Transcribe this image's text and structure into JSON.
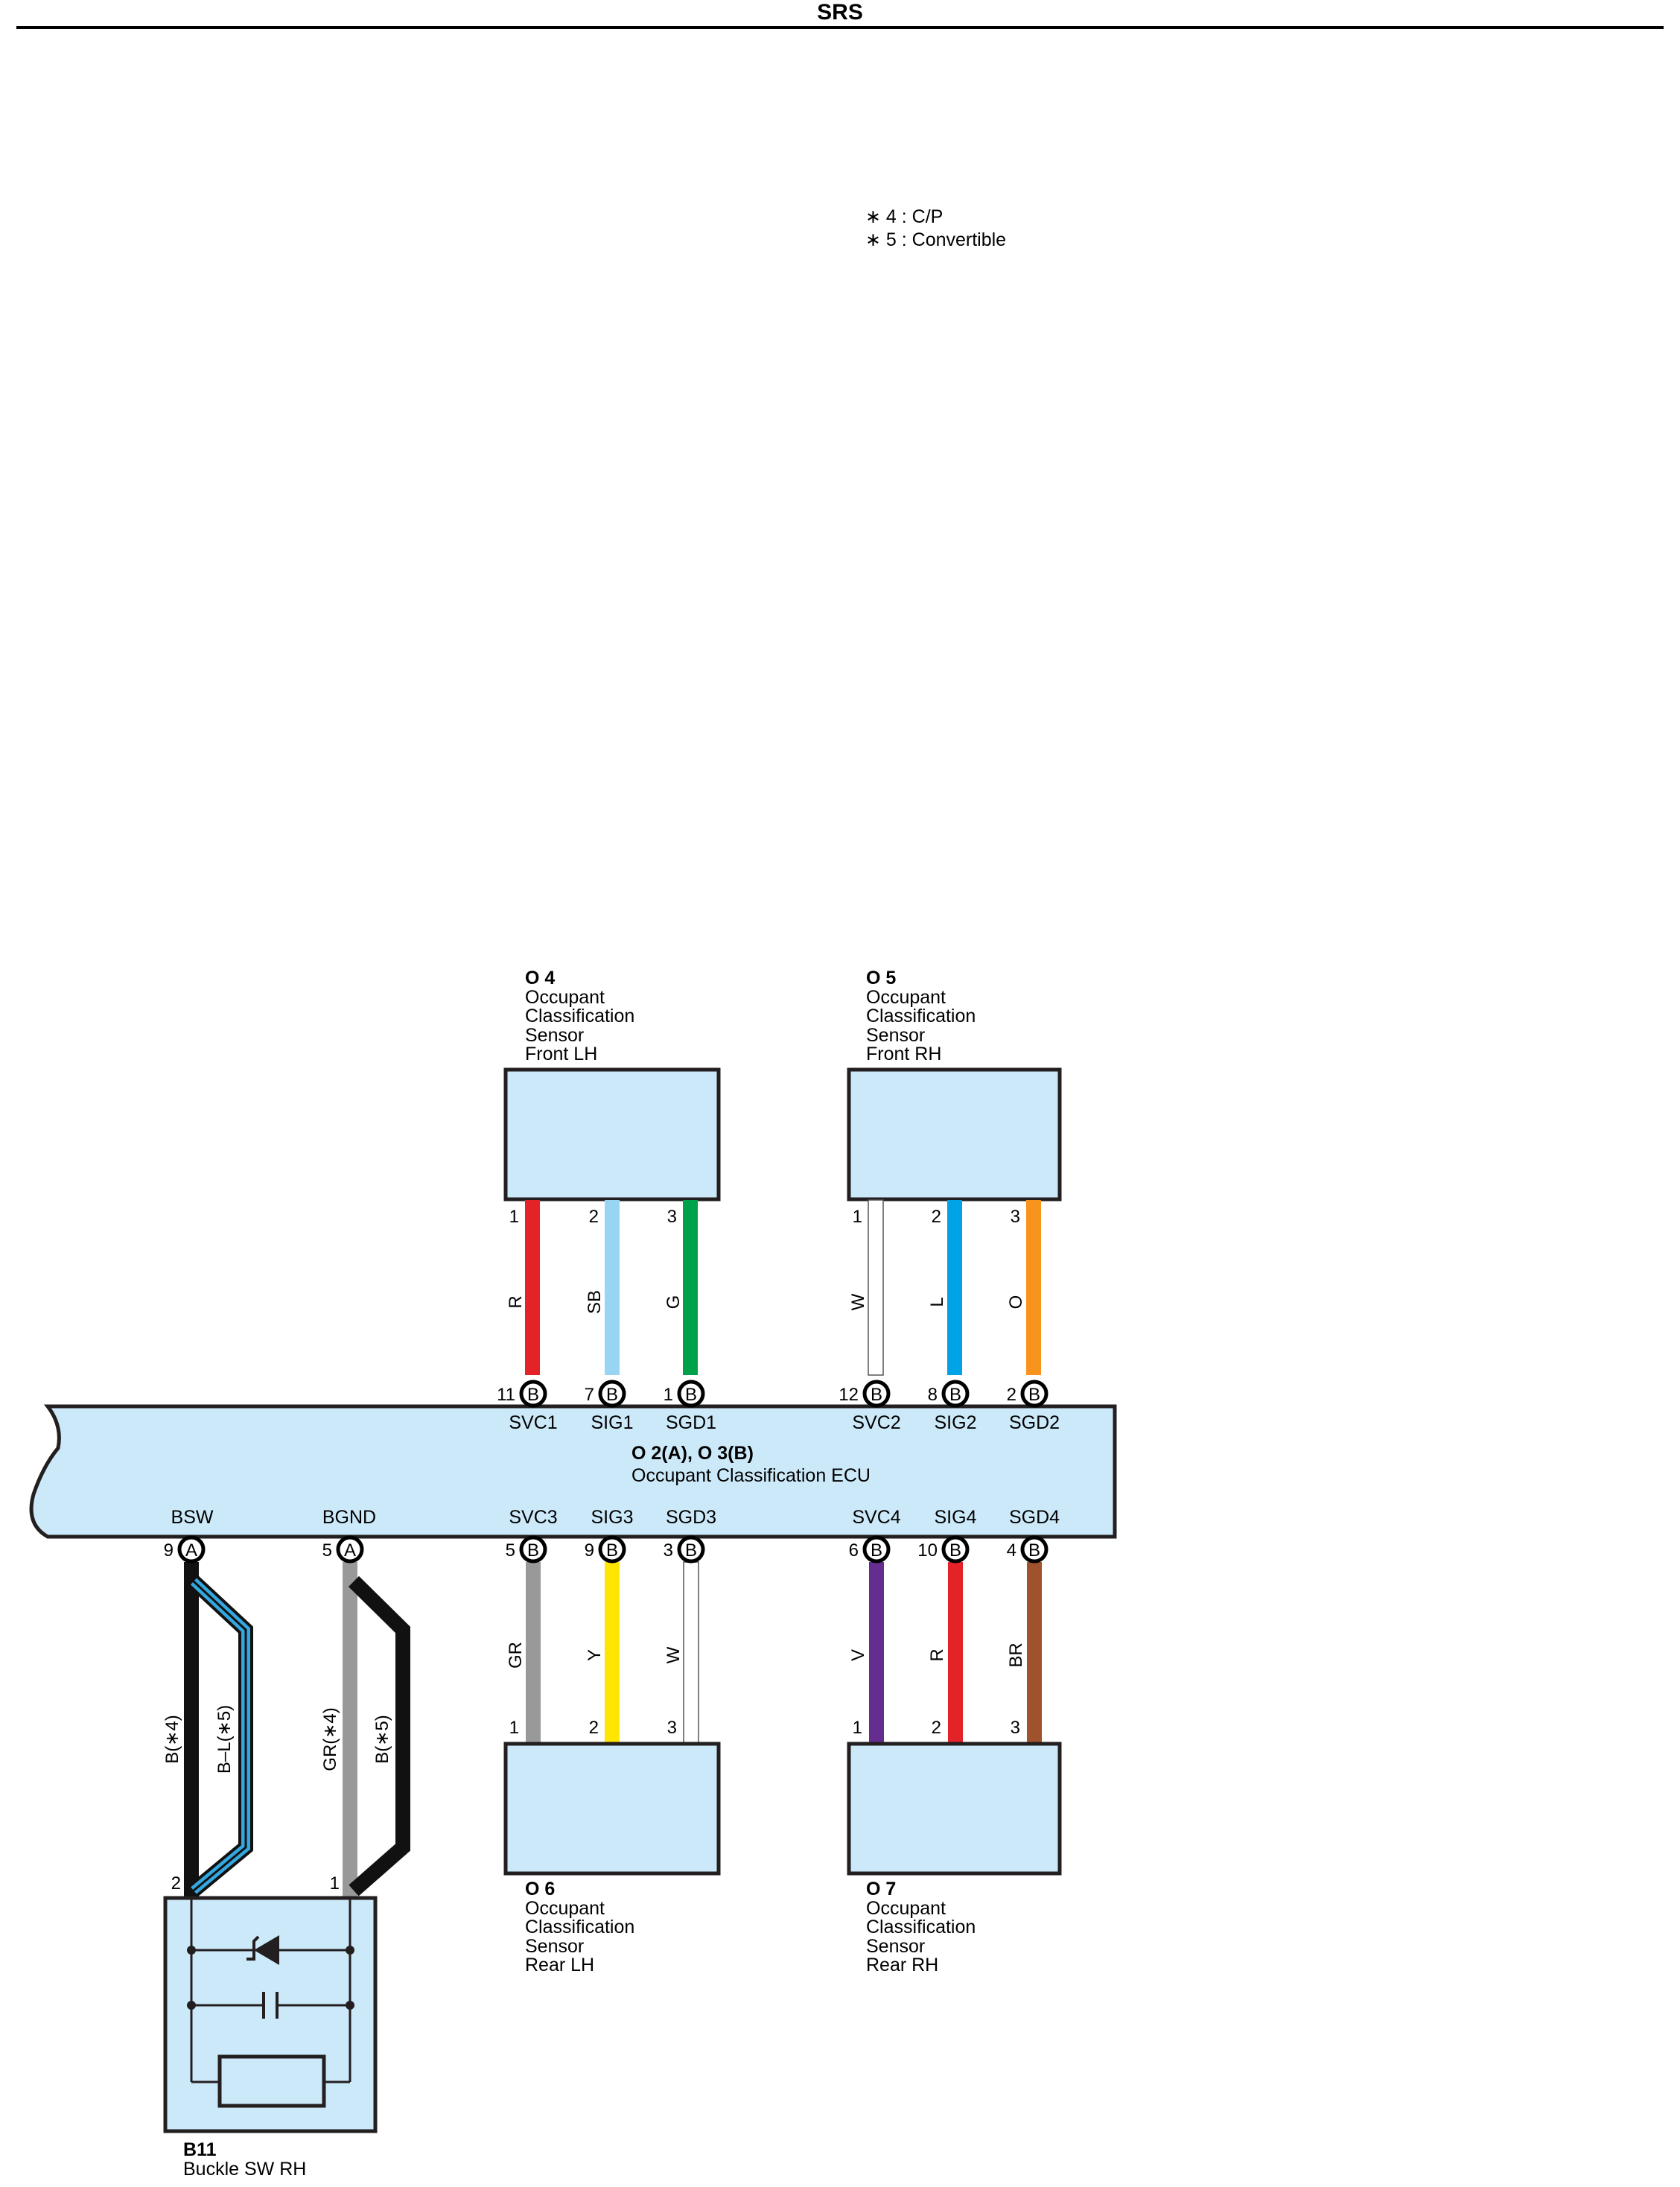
{
  "page": {
    "title": "SRS"
  },
  "notes": [
    "∗ 4 : C/P",
    "∗ 5 : Convertible"
  ],
  "components": {
    "o4": {
      "code": "O 4",
      "name": [
        "Occupant",
        "Classification",
        "Sensor",
        "Front LH"
      ]
    },
    "o5": {
      "code": "O 5",
      "name": [
        "Occupant",
        "Classification",
        "Sensor",
        "Front RH"
      ]
    },
    "o6": {
      "code": "O 6",
      "name": [
        "Occupant",
        "Classification",
        "Sensor",
        "Rear LH"
      ]
    },
    "o7": {
      "code": "O 7",
      "name": [
        "Occupant",
        "Classification",
        "Sensor",
        "Rear RH"
      ]
    },
    "ecu": {
      "code": "O 2(A), O 3(B)",
      "name": "Occupant Classification ECU"
    },
    "b11": {
      "code": "B11",
      "name": "Buckle SW RH"
    }
  },
  "wires": {
    "top": [
      {
        "sensor_pin": "1",
        "color_code": "R",
        "ecu_pin": "11",
        "connector": "B",
        "signal": "SVC1",
        "color": "#e42328"
      },
      {
        "sensor_pin": "2",
        "color_code": "SB",
        "ecu_pin": "7",
        "connector": "B",
        "signal": "SIG1",
        "color": "#97d5f3"
      },
      {
        "sensor_pin": "3",
        "color_code": "G",
        "ecu_pin": "1",
        "connector": "B",
        "signal": "SGD1",
        "color": "#00a14b"
      },
      {
        "sensor_pin": "1",
        "color_code": "W",
        "ecu_pin": "12",
        "connector": "B",
        "signal": "SVC2",
        "color": "#ffffff"
      },
      {
        "sensor_pin": "2",
        "color_code": "L",
        "ecu_pin": "8",
        "connector": "B",
        "signal": "SIG2",
        "color": "#00a3e6"
      },
      {
        "sensor_pin": "3",
        "color_code": "O",
        "ecu_pin": "2",
        "connector": "B",
        "signal": "SGD2",
        "color": "#f7941d"
      }
    ],
    "bottom": [
      {
        "signal": "SVC3",
        "ecu_pin": "5",
        "connector": "B",
        "color_code": "GR",
        "sensor_pin": "1",
        "color": "#999999"
      },
      {
        "signal": "SIG3",
        "ecu_pin": "9",
        "connector": "B",
        "color_code": "Y",
        "sensor_pin": "2",
        "color": "#ffe600"
      },
      {
        "signal": "SGD3",
        "ecu_pin": "3",
        "connector": "B",
        "color_code": "W",
        "sensor_pin": "3",
        "color": "#ffffff"
      },
      {
        "signal": "SVC4",
        "ecu_pin": "6",
        "connector": "B",
        "color_code": "V",
        "sensor_pin": "1",
        "color": "#662d91"
      },
      {
        "signal": "SIG4",
        "ecu_pin": "10",
        "connector": "B",
        "color_code": "R",
        "sensor_pin": "2",
        "color": "#e42328"
      },
      {
        "signal": "SGD4",
        "ecu_pin": "4",
        "connector": "B",
        "color_code": "BR",
        "sensor_pin": "3",
        "color": "#a0522d"
      }
    ],
    "buckle": [
      {
        "signal": "BSW",
        "ecu_pin": "9",
        "connector": "A",
        "sw_pin": "2",
        "color_code": "B(∗4)",
        "alt_color_code": "B–L(∗5)",
        "color": "#111111",
        "alt_color": "#33a8e0"
      },
      {
        "signal": "BGND",
        "ecu_pin": "5",
        "connector": "A",
        "sw_pin": "1",
        "color_code": "GR(∗4)",
        "alt_color_code": "B(∗5)",
        "color": "#999999",
        "alt_color": "#111111"
      }
    ]
  },
  "colors": {
    "component_fill": "#cce9f9",
    "line": "#231f20"
  }
}
